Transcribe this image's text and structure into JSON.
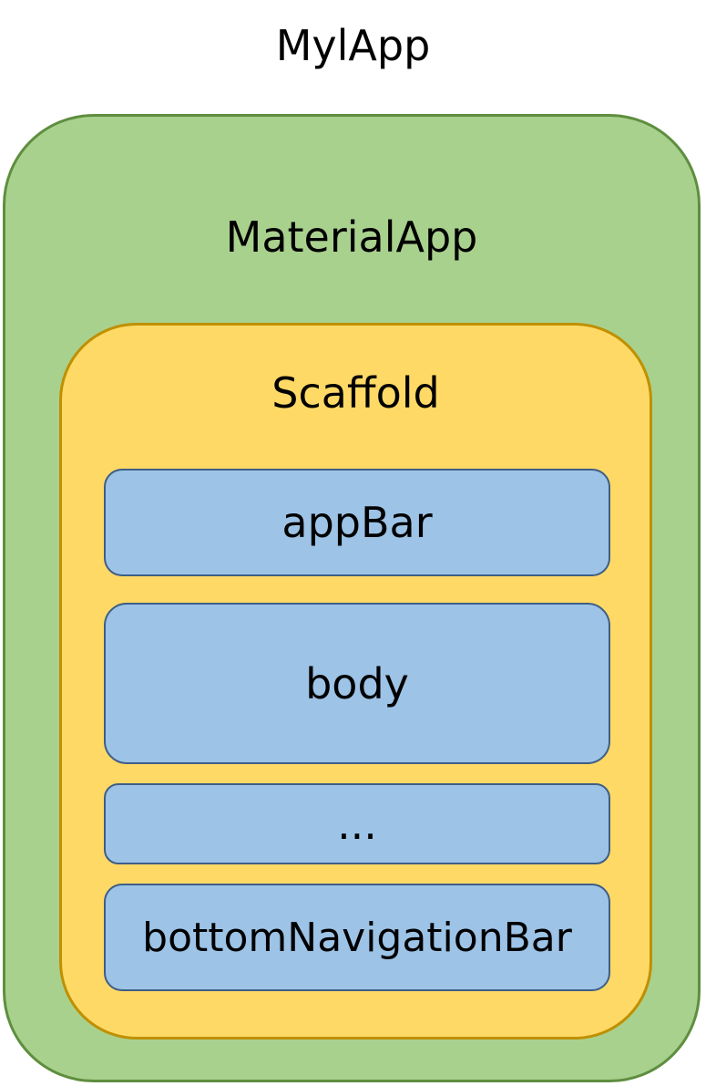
{
  "root": {
    "label": "MylApp"
  },
  "material_app": {
    "label": "MaterialApp"
  },
  "scaffold": {
    "label": "Scaffold",
    "slots": [
      {
        "label": "appBar"
      },
      {
        "label": "body"
      },
      {
        "label": "..."
      },
      {
        "label": "bottomNavigationBar"
      }
    ]
  },
  "colors": {
    "material_app_fill": "#a9d18e",
    "material_app_border": "#5e8e3e",
    "scaffold_fill": "#ffd966",
    "scaffold_border": "#bf9000",
    "slot_fill": "#9dc3e6",
    "slot_border": "#3e5e86"
  }
}
